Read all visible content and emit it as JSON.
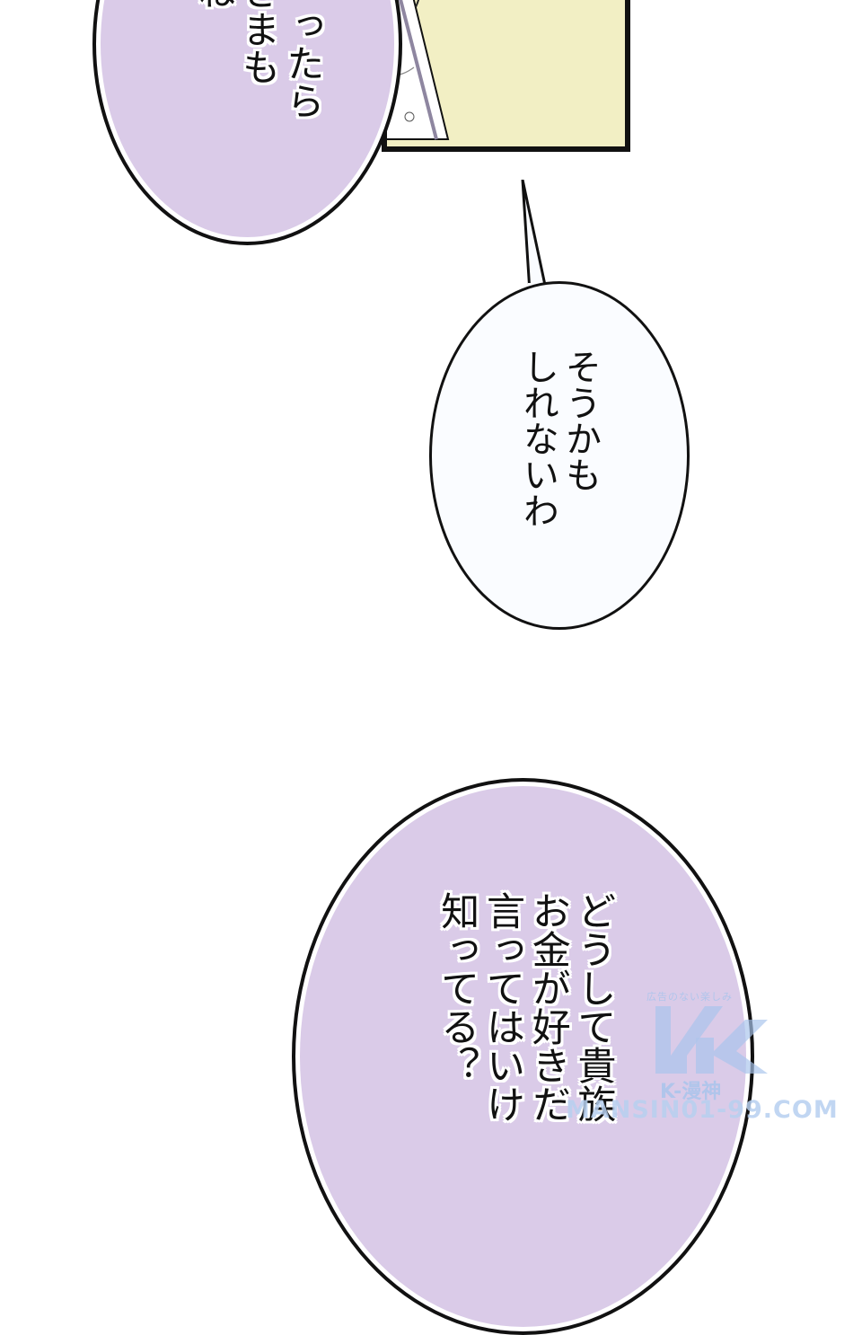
{
  "page": {
    "type": "manga-page",
    "background": "#ffffff"
  },
  "colors": {
    "purple_bubble": "#dacbe8",
    "white_bubble": "#fafcff",
    "panel_fill": "#f2efc4",
    "outline": "#111111",
    "watermark": "#a9c4ec"
  },
  "top_bubble": {
    "lines": [
      "ったら",
      "姉さまも",
      "しね"
    ]
  },
  "middle_bubble": {
    "lines": [
      "そうかも",
      "しれないわ"
    ]
  },
  "bottom_bubble": {
    "lines": [
      "どうして貴族",
      "お金が好きだ",
      "言ってはいけ",
      "知ってる？"
    ]
  },
  "watermark": {
    "tagline": "広告のない楽しみ",
    "brand": "K-漫神",
    "url": "MANSIN01-99.COM"
  }
}
